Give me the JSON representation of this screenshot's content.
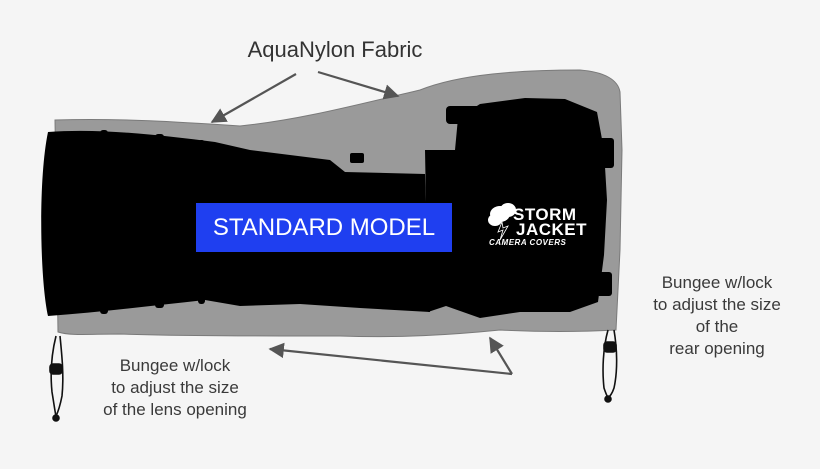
{
  "labels": {
    "fabric": "AquaNylon Fabric",
    "rear": [
      "Bungee w/lock",
      "to adjust the size",
      "of the",
      "rear opening"
    ],
    "lens": [
      "Bungee w/lock",
      "to adjust the size",
      "of the lens opening"
    ]
  },
  "badge": {
    "text": "STANDARD MODEL"
  },
  "logo": {
    "line1": "STORM",
    "line2": "JACKET",
    "tagline": "CAMERA COVERS"
  },
  "colors": {
    "background": "#f5f5f5",
    "cover": "#9a9a9a",
    "camera": "#000000",
    "badge": "#1f3ff0",
    "arrow": "#555555"
  }
}
